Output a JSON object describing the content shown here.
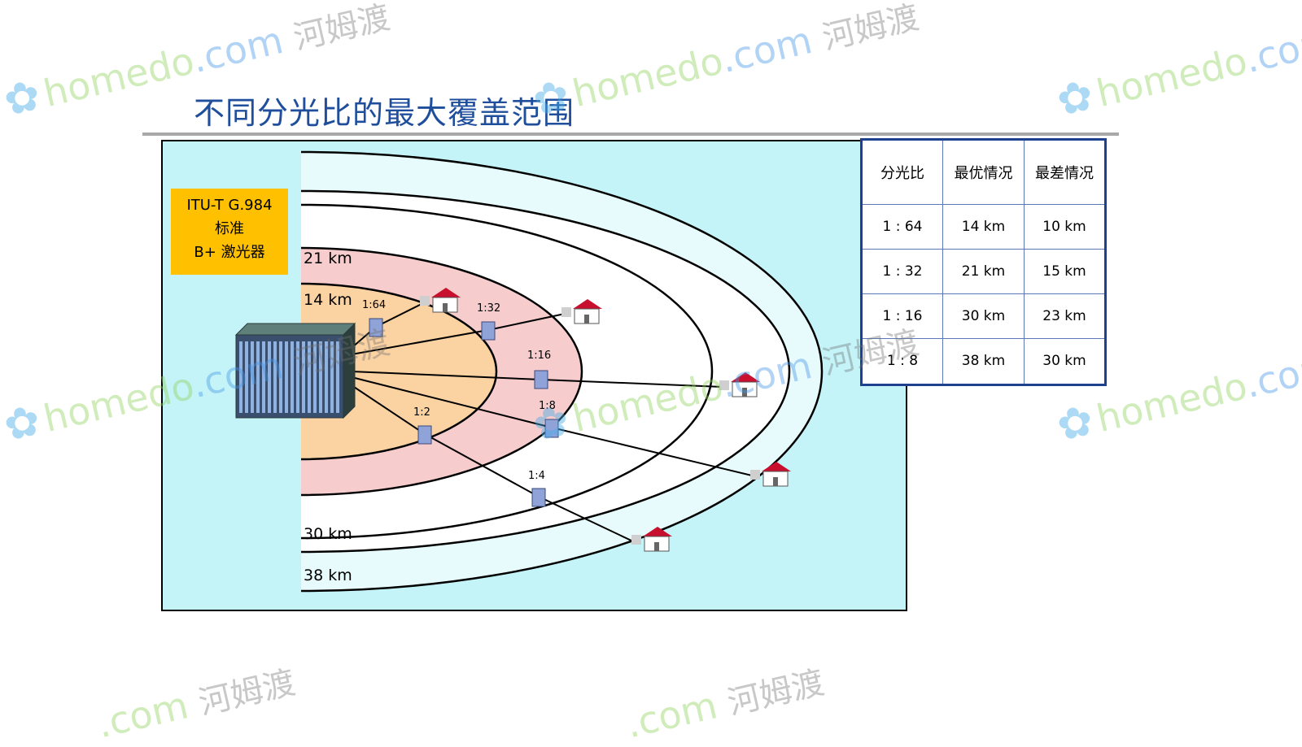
{
  "title": "不同分光比的最大覆盖范围",
  "standard_box": {
    "line1": "ITU-T G.984",
    "line2": "标准",
    "line3": "B+ 激光器"
  },
  "distance_labels": [
    "21 km",
    "14 km",
    "30 km",
    "38 km"
  ],
  "splitter_labels": [
    "1:64",
    "1:32",
    "1:16",
    "1:8",
    "1:2",
    "1:4"
  ],
  "table": {
    "headers": [
      "分光比",
      "最优情况",
      "最差情况"
    ],
    "rows": [
      [
        "1 : 64",
        "14 km",
        "10 km"
      ],
      [
        "1 : 32",
        "21 km",
        "15 km"
      ],
      [
        "1 : 16",
        "30 km",
        "23 km"
      ],
      [
        "1 : 8",
        "38 km",
        "30 km"
      ]
    ]
  },
  "watermark": {
    "brand": "homedo",
    "domain": ".com",
    "chinese": "河姆渡"
  },
  "colors": {
    "title": "#1f4e9c",
    "diagram_background": "#c4f4f8",
    "ring_38km": "#e8fbfc",
    "ring_30km": "#ffffff",
    "ring_21km": "#f6cccc",
    "ring_14km": "#fbd2a2",
    "standard_box": "#ffc000",
    "table_border": "#1f3f8f"
  }
}
